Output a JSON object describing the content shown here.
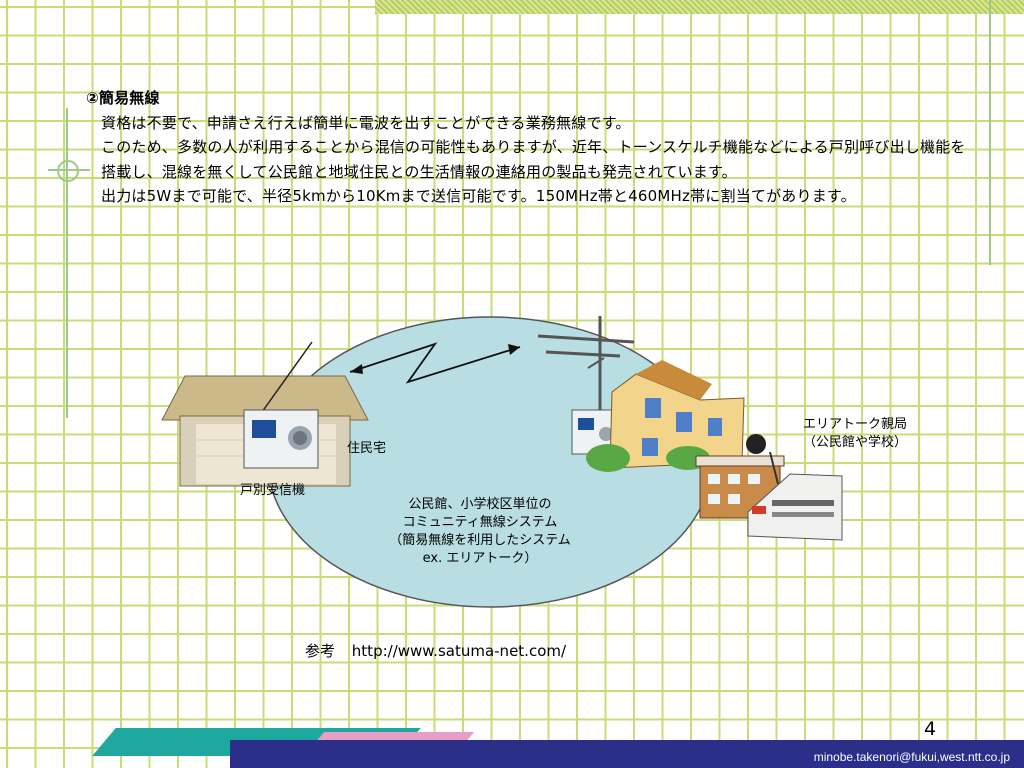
{
  "heading": "②簡易無線",
  "paragraphs": [
    "資格は不要で、申請さえ行えば簡単に電波を出すことができる業務無線です。",
    "このため、多数の人が利用することから混信の可能性もありますが、近年、トーンスケルチ機能などによる戸別呼び出し機能を搭載し、混線を無くして公民館と地域住民との生活情報の連絡用の製品も発売されています。",
    "出力は5Wまで可能で、半径5kmから10Kmまで送信可能です。150MHz帯と460MHz帯に割当てがあります。"
  ],
  "diagram": {
    "house_label": "住民宅",
    "receiver_label": "戸別受信機",
    "area_talk_lines": [
      "エリアトーク親局",
      "（公民館や学校）"
    ],
    "center_lines": [
      "公民館、小学校区単位の",
      "コミュニティ無線システム",
      "（簡易無線を利用したシステム",
      "ex. エリアトーク）"
    ]
  },
  "reference": {
    "label": "参考",
    "url": "http://www.satuma-net.com/"
  },
  "footer": {
    "page_number": "4",
    "email": "minobe.takenori@fukui,west.ntt.co.jp"
  },
  "colors": {
    "grid": "#c8dc7a",
    "ellipse_fill": "#b8dde2",
    "footer_navy": "#2b2f8a",
    "footer_teal": "#1fa8a0",
    "footer_pink": "#e6a0c8"
  }
}
